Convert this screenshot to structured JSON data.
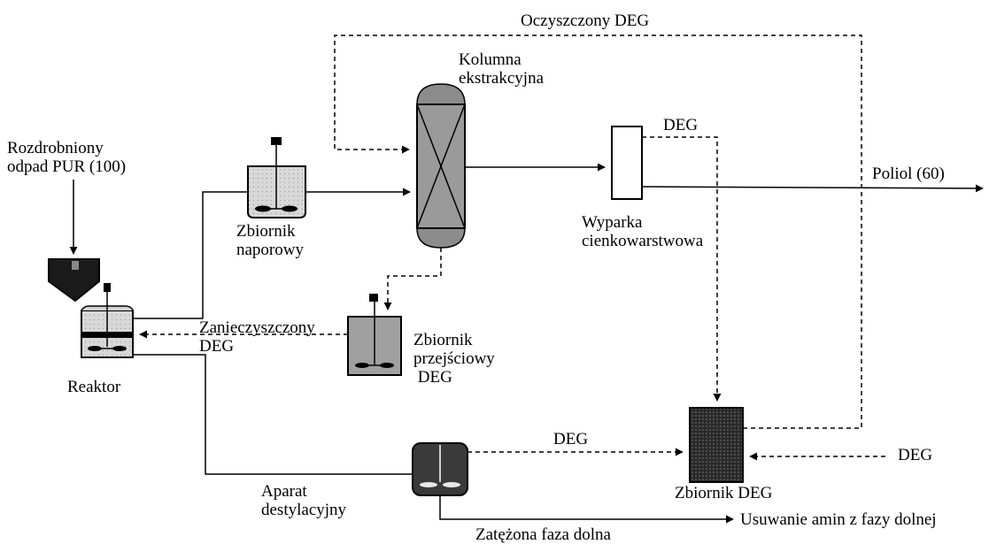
{
  "labels": {
    "feed_material": "Rozdrobniony\nodpad PUR (100)",
    "reactor": "Reaktor",
    "pressure_tank": "Zbiornik\nnaporowy",
    "extraction_column": "Kolumna\nekstrakcyjna",
    "purified_deg": "Oczyszczony DEG",
    "evaporator_deg": "DEG",
    "thin_film_evaporator": "Wyparka\ncienkowarstwowa",
    "polyol_output": "Poliol (60)",
    "contaminated_deg": "Zanieczyszczony\nDEG",
    "transition_tank": "Zbiornik\nprzejściowy\n DEG",
    "distillation_deg": "DEG",
    "deg_input": "DEG",
    "deg_tank": "Zbiornik DEG",
    "distillation_apparatus": "Aparat\ndestylacyjny",
    "amine_removal": "Usuwanie amin z fazy dolnej",
    "concentrated_bottoms": "Zatężona faza dolna"
  },
  "colors": {
    "line": "#000000",
    "tank_fill": "#e2e2e2",
    "column_fill": "#8c8c8c",
    "hopper_fill": "#1a1a1a",
    "deg_tank_fill": "#2a2a2a",
    "transition_fill": "#a0a0a0"
  }
}
